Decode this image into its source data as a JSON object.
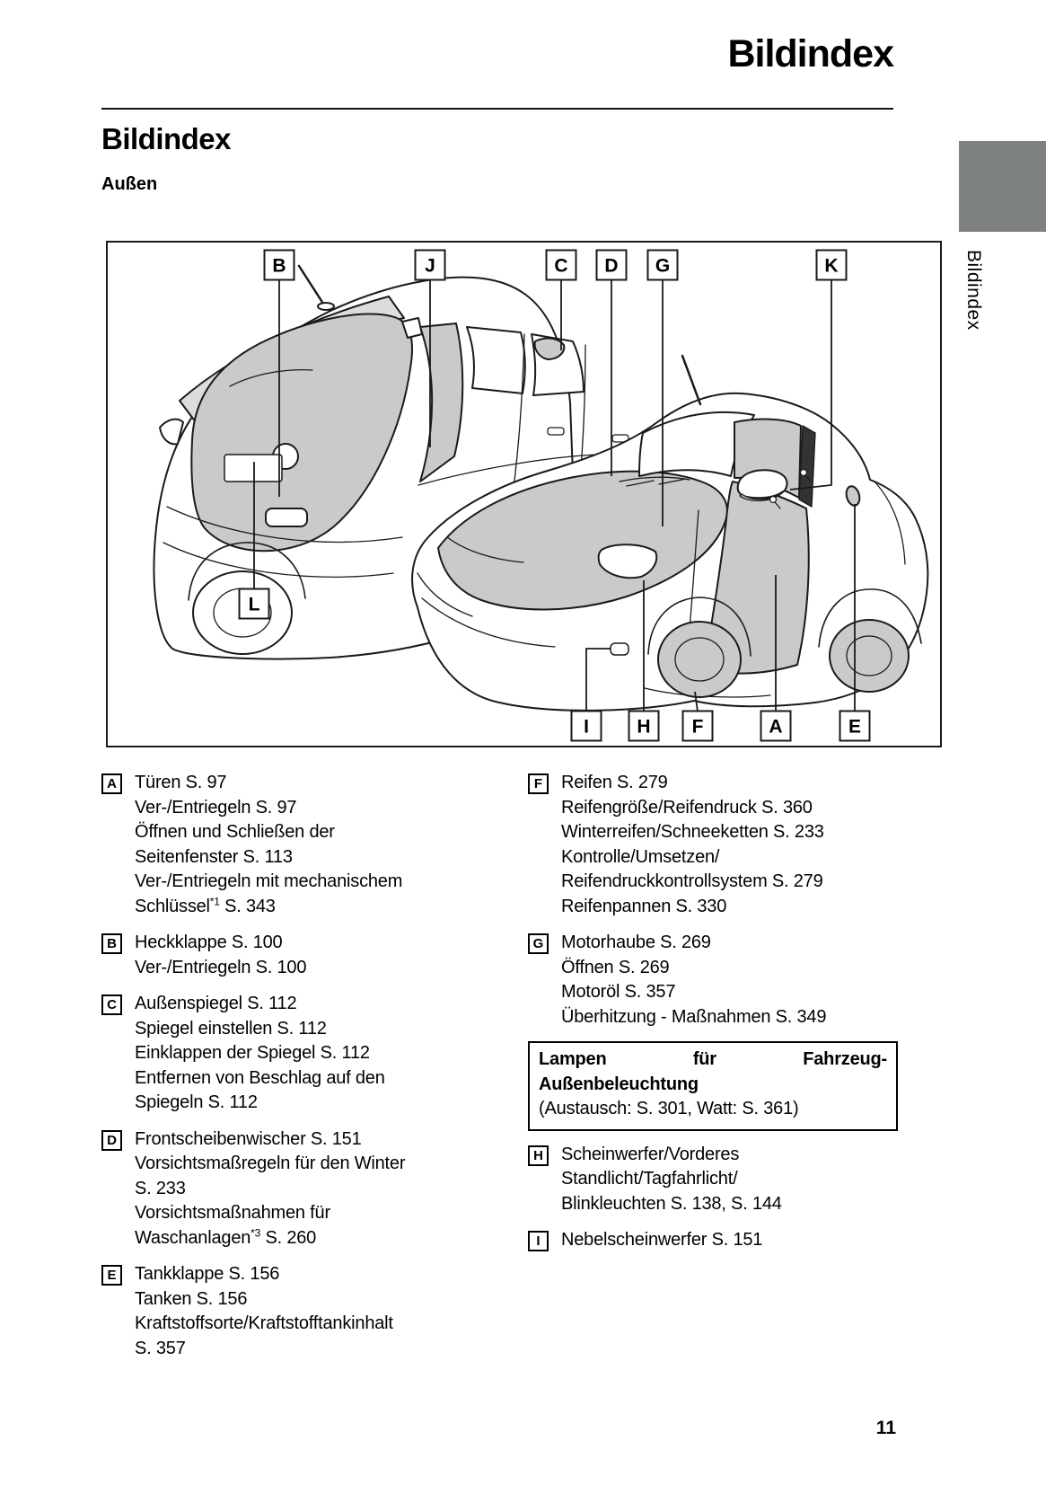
{
  "page": {
    "running_title": "Bildindex",
    "section_heading": "Bildindex",
    "subsection_heading": "Außen",
    "side_tab_label": "Bildindex",
    "page_number": "11"
  },
  "diagram": {
    "description": "Exterior views of vehicle (rear view and front view) with lettered callouts",
    "callouts": [
      "B",
      "J",
      "C",
      "D",
      "G",
      "K",
      "L",
      "I",
      "H",
      "F",
      "A",
      "E"
    ]
  },
  "index": {
    "left": [
      {
        "letter": "A",
        "lines": [
          "Türen S. 97",
          "Ver-/Entriegeln S. 97",
          "Öffnen und Schließen der",
          "Seitenfenster S. 113",
          "Ver-/Entriegeln mit mechanischem",
          "Schlüssel{{*1}} S. 343"
        ]
      },
      {
        "letter": "B",
        "lines": [
          "Heckklappe S. 100",
          "Ver-/Entriegeln S. 100"
        ]
      },
      {
        "letter": "C",
        "lines": [
          "Außenspiegel S. 112",
          "Spiegel einstellen S. 112",
          "Einklappen der Spiegel S. 112",
          "Entfernen von Beschlag auf den",
          "Spiegeln S. 112"
        ]
      },
      {
        "letter": "D",
        "lines": [
          "Frontscheibenwischer S. 151",
          "Vorsichtsmaßregeln für den Winter",
          "S. 233",
          "Vorsichtsmaßnahmen für",
          "Waschanlagen{{*3}} S. 260"
        ]
      },
      {
        "letter": "E",
        "lines": [
          "Tankklappe S. 156",
          "Tanken S. 156",
          "Kraftstoffsorte/Kraftstofftankinhalt",
          "S. 357"
        ]
      }
    ],
    "right": [
      {
        "type": "entry",
        "letter": "F",
        "lines": [
          "Reifen S. 279",
          "Reifengröße/Reifendruck S. 360",
          "Winterreifen/Schneeketten S. 233",
          "Kontrolle/Umsetzen/",
          "Reifendruckkontrollsystem S. 279",
          "Reifenpannen S. 330"
        ]
      },
      {
        "type": "entry",
        "letter": "G",
        "lines": [
          "Motorhaube S. 269",
          "Öffnen S. 269",
          "Motoröl S. 357",
          "Überhitzung - Maßnahmen S. 349"
        ]
      },
      {
        "type": "note",
        "line1": "Lampen für Fahrzeug-",
        "line2": "Außenbeleuchtung",
        "line3": "(Austausch: S. 301, Watt: S. 361)"
      },
      {
        "type": "entry",
        "letter": "H",
        "lines": [
          "Scheinwerfer/Vorderes",
          "Standlicht/Tagfahrlicht/",
          "Blinkleuchten S. 138, S. 144"
        ]
      },
      {
        "type": "entry",
        "letter": "I",
        "lines": [
          "Nebelscheinwerfer S. 151"
        ]
      }
    ]
  },
  "colors": {
    "tab_gray": "#7e827e",
    "shade_gray": "#c8cbc9",
    "line_black": "#1a1a1a"
  }
}
